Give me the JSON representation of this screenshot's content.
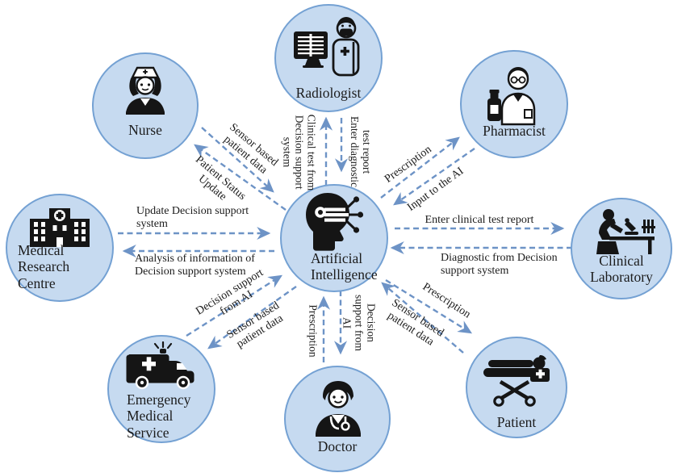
{
  "diagram": {
    "background_color": "#ffffff",
    "node_fill_color": "#c6daf0",
    "node_border_color": "#74a1d3",
    "arrow_color": "#6d93c6",
    "text_color": "#1c1c1c"
  },
  "nodes": {
    "nurse": {
      "label": "Nurse"
    },
    "radiologist": {
      "label": "Radiologist"
    },
    "pharmacist": {
      "label": "Pharmacist"
    },
    "medical_research_centre": {
      "label": "Medical Research\nCentre"
    },
    "artificial_intelligence": {
      "label": "Artificial\nIntelligence"
    },
    "clinical_laboratory": {
      "label": "Clinical\nLaboratory"
    },
    "emergency_medical_service": {
      "label": "Emergency\nMedical Service"
    },
    "doctor": {
      "label": "Doctor"
    },
    "patient": {
      "label": "Patient"
    }
  },
  "edges": {
    "nurse_to_ai": "Sensor based\npatient data",
    "ai_to_nurse": "Patient Status\nUpdate",
    "ai_to_radiologist": "Clinical test from\nDecision support\nsystem",
    "radiologist_to_ai": "Enter diagnostic\ntest report",
    "ai_to_pharmacist": "Prescription",
    "pharmacist_to_ai": "Input to the AI",
    "ai_to_clinical_laboratory": "Enter clinical test report",
    "clinical_laboratory_to_ai": "Diagnostic from Decision\nsupport system",
    "medical_research_centre_to_ai": "Update Decision support\nsystem",
    "ai_to_medical_research_centre": "Analysis of information of\nDecision support system",
    "ems_to_ai": "Decision support\nfrom AI",
    "ai_to_ems": "Sensor based\npatient data",
    "doctor_to_ai": "Prescription",
    "ai_to_doctor": "Decision\nsupport from\nAI",
    "ai_to_patient": "Prescription",
    "patient_to_ai": "Sensor based\npatient data"
  }
}
